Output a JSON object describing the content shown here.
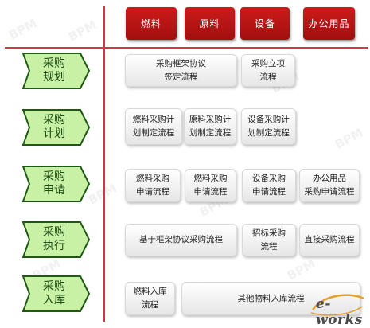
{
  "categories": [
    "燃料",
    "原料",
    "设备",
    "办公用品"
  ],
  "stages": [
    [
      "采购",
      "规划"
    ],
    [
      "采购",
      "计划"
    ],
    [
      "采购",
      "申请"
    ],
    [
      "采购",
      "执行"
    ],
    [
      "采购",
      "入库"
    ]
  ],
  "processes": {
    "planning_framework": [
      "采购框架协议",
      "签定流程"
    ],
    "planning_project": [
      "采购立项",
      "流程"
    ],
    "plan_fuel": [
      "燃料采购计",
      "划制定流程"
    ],
    "plan_material": [
      "原料采购计",
      "划制定流程"
    ],
    "plan_equipment": [
      "设备采购计",
      "划制定流程"
    ],
    "request_fuel": [
      "燃料采购",
      "申请流程"
    ],
    "request_material": [
      "燃料采购",
      "申请流程"
    ],
    "request_equipment": [
      "设备采购",
      "申请流程"
    ],
    "request_office": [
      "办公用品",
      "采购申请流程"
    ],
    "exec_framework": [
      "基于框架协议采购流程"
    ],
    "exec_tender": [
      "招标采购",
      "流程"
    ],
    "exec_direct": [
      "直接采购流程"
    ],
    "storage_fuel": [
      "燃料入库",
      "流程"
    ],
    "storage_other": [
      "其他物料入库流程"
    ]
  },
  "logo": {
    "text": "e-works"
  },
  "colors": {
    "grid_line": "#d23b3b",
    "category_fill": "#b41515",
    "stage_fill": "#c8f1a6",
    "stage_border": "#1f5a14"
  }
}
